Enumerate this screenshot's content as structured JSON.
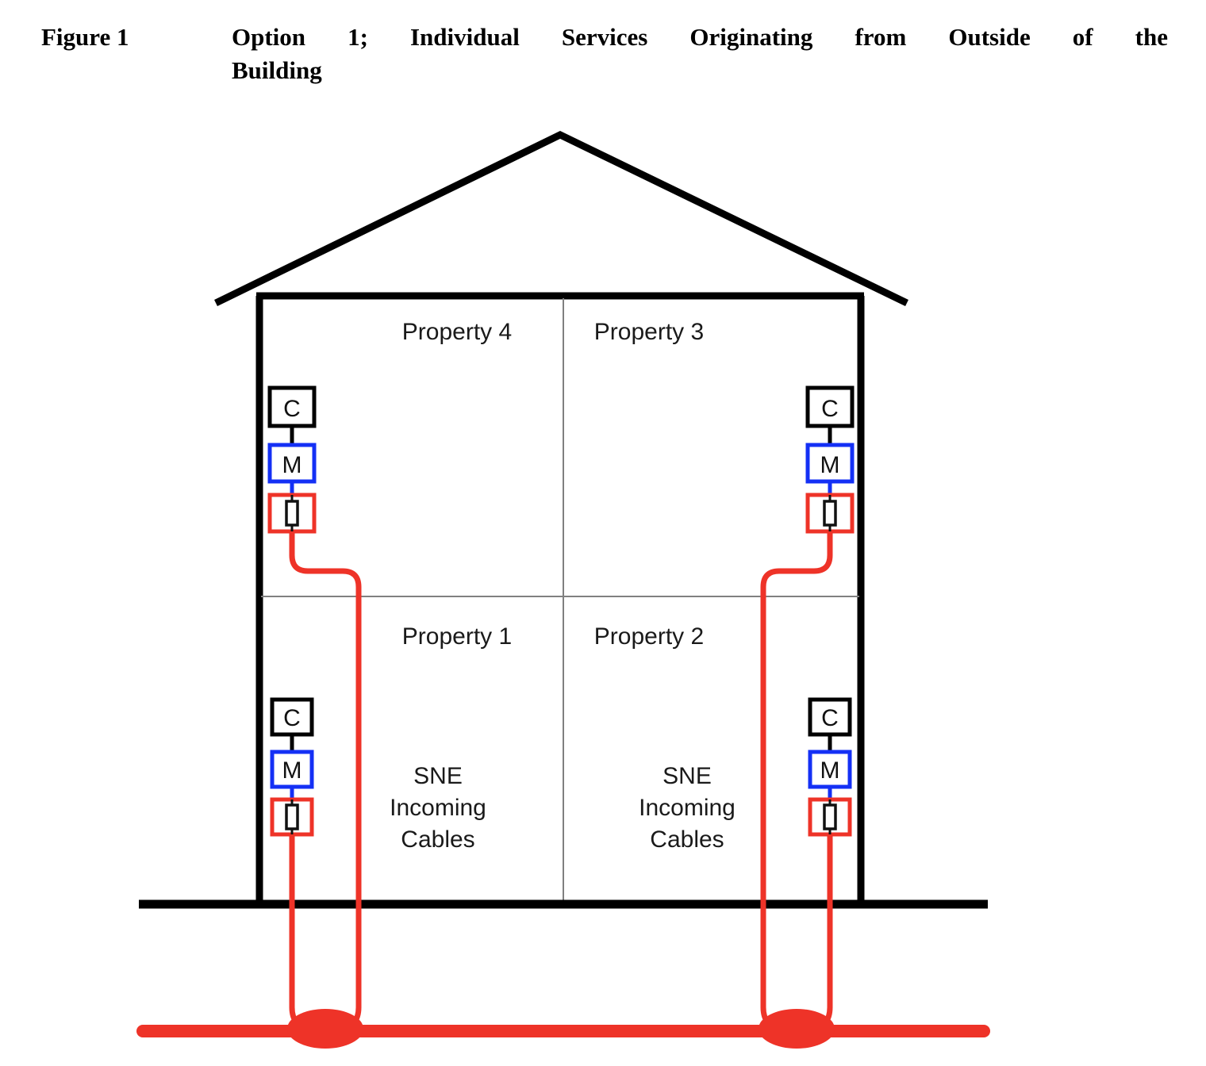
{
  "caption": {
    "label": "Figure 1",
    "line1": "Option 1; Individual Services Originating from Outside of the",
    "line2": "Building"
  },
  "colors": {
    "structure": "#000000",
    "divider": "#808080",
    "cable_red": "#ee3328",
    "meter_blue": "#1430f5",
    "background": "#ffffff"
  },
  "diagram": {
    "title": "Option 1; Individual Services Originating from Outside of the Building",
    "building": {
      "roof": "gable",
      "floors": 2,
      "units_per_floor": 2
    },
    "properties": [
      {
        "id": "property-4",
        "label": "Property 4",
        "floor": "upper",
        "side": "left"
      },
      {
        "id": "property-3",
        "label": "Property 3",
        "floor": "upper",
        "side": "right"
      },
      {
        "id": "property-1",
        "label": "Property 1",
        "floor": "lower",
        "side": "left"
      },
      {
        "id": "property-2",
        "label": "Property 2",
        "floor": "lower",
        "side": "right"
      }
    ],
    "sne_blocks": [
      {
        "id": "sne-left",
        "line1": "SNE",
        "line2": "Incoming",
        "line3": "Cables"
      },
      {
        "id": "sne-right",
        "line1": "SNE",
        "line2": "Incoming",
        "line3": "Cables"
      }
    ],
    "equipment_stacks": [
      {
        "id": "stack-upper-left",
        "serves": "Property 4",
        "position": "upper-left",
        "boxes": [
          {
            "id": "c-box",
            "letter": "C",
            "meaning": "customer-equipment",
            "border": "#000000"
          },
          {
            "id": "m-box",
            "letter": "M",
            "meaning": "modem",
            "border": "#1430f5"
          },
          {
            "id": "s-box",
            "letter": "",
            "meaning": "splice-termination",
            "border": "#ee3328"
          }
        ]
      },
      {
        "id": "stack-upper-right",
        "serves": "Property 3",
        "position": "upper-right",
        "boxes": [
          {
            "id": "c-box",
            "letter": "C",
            "meaning": "customer-equipment",
            "border": "#000000"
          },
          {
            "id": "m-box",
            "letter": "M",
            "meaning": "modem",
            "border": "#1430f5"
          },
          {
            "id": "s-box",
            "letter": "",
            "meaning": "splice-termination",
            "border": "#ee3328"
          }
        ]
      },
      {
        "id": "stack-lower-left",
        "serves": "Property 1",
        "position": "lower-left",
        "boxes": [
          {
            "id": "c-box",
            "letter": "C",
            "meaning": "customer-equipment",
            "border": "#000000"
          },
          {
            "id": "m-box",
            "letter": "M",
            "meaning": "modem",
            "border": "#1430f5"
          },
          {
            "id": "s-box",
            "letter": "",
            "meaning": "splice-termination",
            "border": "#ee3328"
          }
        ]
      },
      {
        "id": "stack-lower-right",
        "serves": "Property 2",
        "position": "lower-right",
        "boxes": [
          {
            "id": "c-box",
            "letter": "C",
            "meaning": "customer-equipment",
            "border": "#000000"
          },
          {
            "id": "m-box",
            "letter": "M",
            "meaning": "modem",
            "border": "#1430f5"
          },
          {
            "id": "s-box",
            "letter": "",
            "meaning": "splice-termination",
            "border": "#ee3328"
          }
        ]
      }
    ],
    "junctions": [
      {
        "id": "junction-left",
        "type": "street-joint",
        "serves": [
          "Property 4",
          "Property 1"
        ]
      },
      {
        "id": "junction-right",
        "type": "street-joint",
        "serves": [
          "Property 3",
          "Property 2"
        ]
      }
    ],
    "street_cable": {
      "id": "street-cable",
      "label": "",
      "color": "#ee3328"
    },
    "ground_line": {
      "id": "ground-line",
      "label": ""
    }
  }
}
